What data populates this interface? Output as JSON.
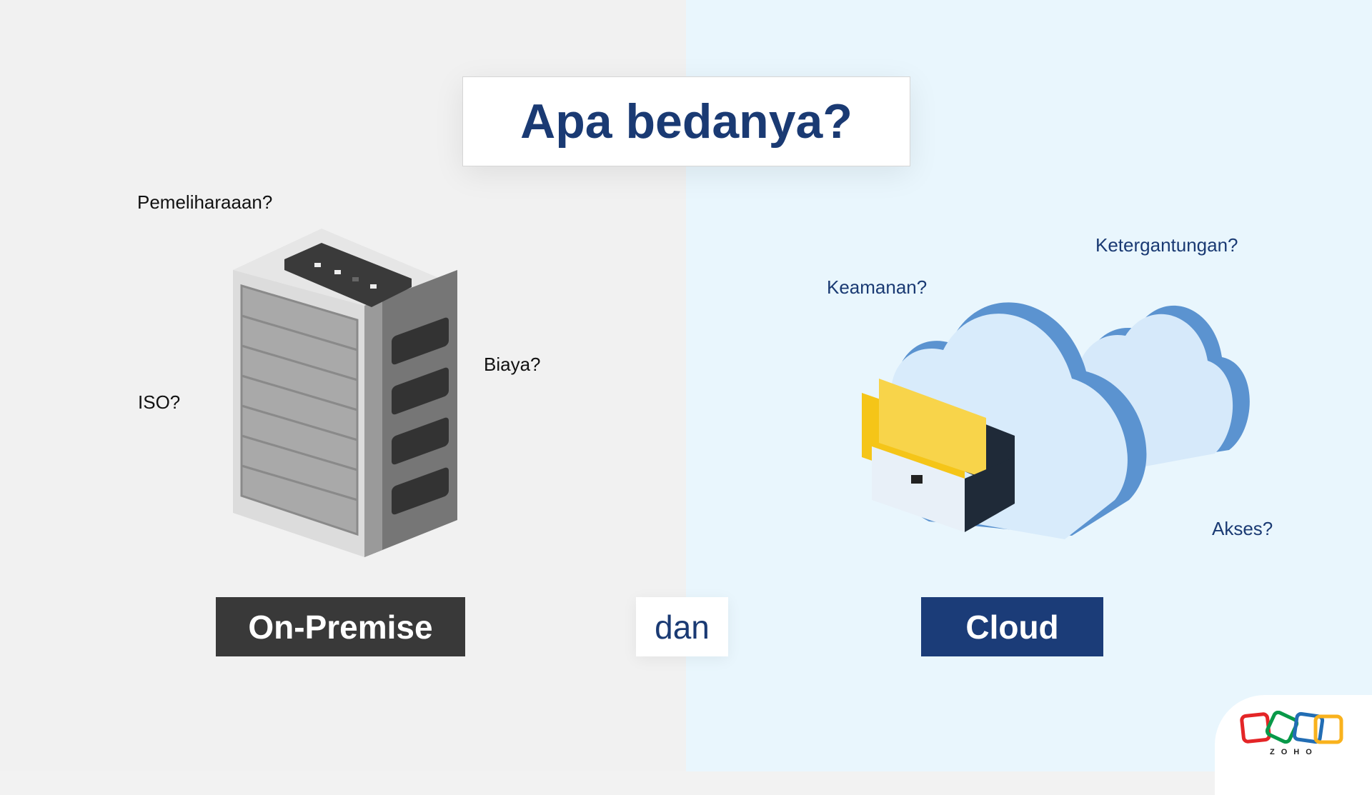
{
  "title": "Apa bedanya?",
  "on_premise": {
    "label": "On-Premise",
    "questions": [
      "Pemeliharaaan?",
      "ISO?",
      "Biaya?"
    ]
  },
  "connector": "dan",
  "cloud": {
    "label": "Cloud",
    "questions": [
      "Keamanan?",
      "Ketergantungan?",
      "Akses?"
    ]
  },
  "logo": {
    "text": "ZOHO"
  },
  "colors": {
    "navy": "#1a3a73",
    "dark": "#393939",
    "left_bg": "#f1f1f1",
    "right_bg": "#e9f6fd"
  }
}
